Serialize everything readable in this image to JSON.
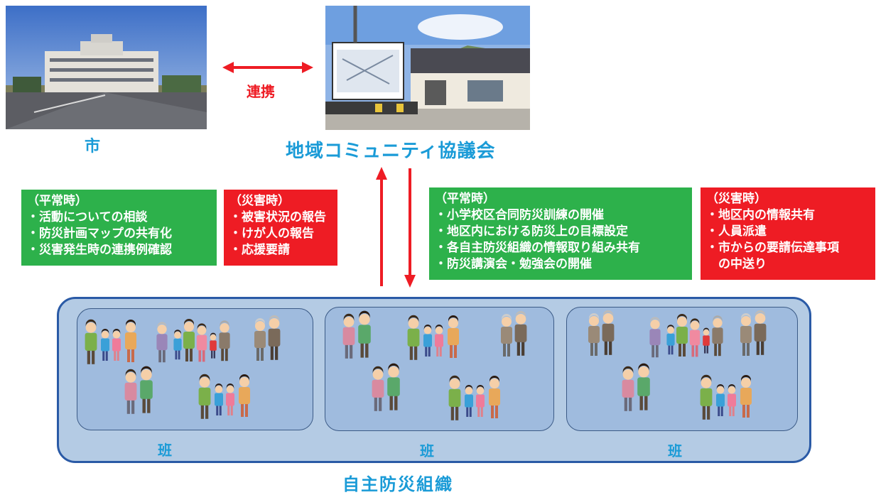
{
  "city": {
    "label": "市"
  },
  "link": {
    "label": "連携"
  },
  "community": {
    "label": "地域コミュニティ協議会"
  },
  "boxes": {
    "left_normal": [
      "（平常時）",
      "・活動についての相談",
      "・防災計画マップの共有化",
      "・災害発生時の連携例確認"
    ],
    "left_disaster": [
      "（災害時）",
      "・被害状況の報告",
      "・けが人の報告",
      "・応援要請"
    ],
    "right_normal": [
      "（平常時）",
      "・小学校区合同防災訓練の開催",
      "・地区内における防災上の目標設定",
      "・各自主防災組織の情報取り組み共有",
      "・防災講演会・勉強会の開催"
    ],
    "right_disaster": [
      "（災害時）",
      "・地区内の情報共有",
      "・人員派遣",
      "・市からの要請伝達事項",
      "　の中送り"
    ]
  },
  "han": {
    "labels": [
      "班",
      "班",
      "班"
    ]
  },
  "organization": {
    "label": "自主防災組織"
  },
  "colors": {
    "green": "#2db14b",
    "red": "#ee1c24",
    "blue_text": "#1a9bd7",
    "org_bg": "#b4cbe4",
    "org_border": "#2a5aa6"
  },
  "icons": [
    "city-hall-photo",
    "community-center-photo",
    "family-illustration",
    "elderly-couple-illustration",
    "couple-illustration"
  ]
}
